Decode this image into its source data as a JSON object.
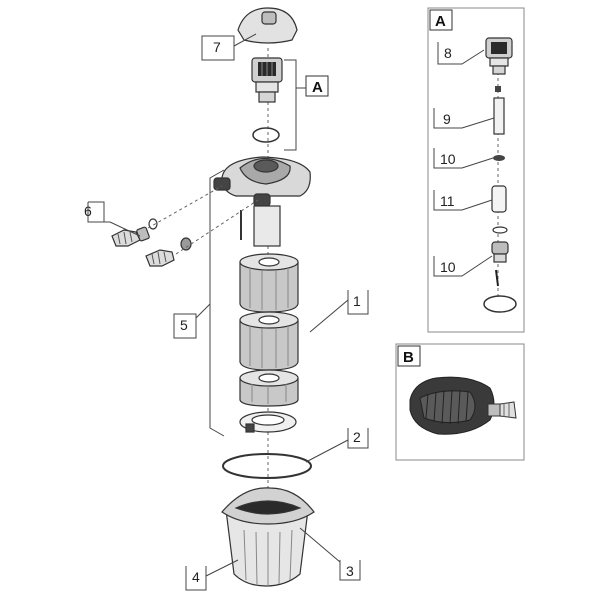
{
  "callouts": {
    "n1": "1",
    "n2": "2",
    "n3": "3",
    "n4": "4",
    "n5": "5",
    "n6": "6",
    "n7": "7",
    "n8": "8",
    "n9": "9",
    "n10a": "10",
    "n10b": "10",
    "n11": "11"
  },
  "detail_a": {
    "marker": "A",
    "box_label": "A"
  },
  "detail_b": {
    "box_label": "B"
  },
  "colors": {
    "line": "#333333",
    "panel_border": "#888888",
    "sponge": "#c8c8c8",
    "dark": "#2a2a2a"
  }
}
